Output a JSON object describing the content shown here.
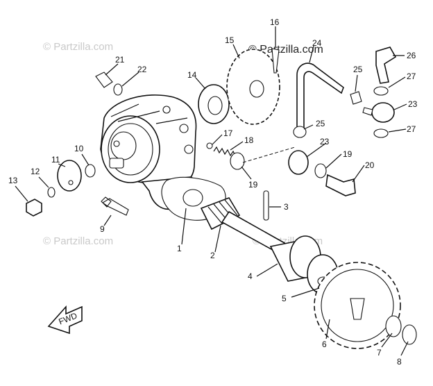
{
  "watermarks": {
    "top_left": "© Partzilla.com",
    "top_right": "© Partzilla.com",
    "middle_left": "© Partzilla.com",
    "middle_right": "© Partzilla.com"
  },
  "fwd_label": "FWD",
  "callouts": [
    {
      "id": "c1",
      "label": "1"
    },
    {
      "id": "c2",
      "label": "2"
    },
    {
      "id": "c3",
      "label": "3"
    },
    {
      "id": "c4",
      "label": "4"
    },
    {
      "id": "c5",
      "label": "5"
    },
    {
      "id": "c6",
      "label": "6"
    },
    {
      "id": "c7",
      "label": "7"
    },
    {
      "id": "c8",
      "label": "8"
    },
    {
      "id": "c9",
      "label": "9"
    },
    {
      "id": "c10",
      "label": "10"
    },
    {
      "id": "c11",
      "label": "11"
    },
    {
      "id": "c12",
      "label": "12"
    },
    {
      "id": "c13",
      "label": "13"
    },
    {
      "id": "c14",
      "label": "14"
    },
    {
      "id": "c15",
      "label": "15"
    },
    {
      "id": "c16",
      "label": "16"
    },
    {
      "id": "c17",
      "label": "17"
    },
    {
      "id": "c18",
      "label": "18"
    },
    {
      "id": "c19a",
      "label": "19"
    },
    {
      "id": "c19b",
      "label": "19"
    },
    {
      "id": "c20",
      "label": "20"
    },
    {
      "id": "c21",
      "label": "21"
    },
    {
      "id": "c22",
      "label": "22"
    },
    {
      "id": "c23a",
      "label": "23"
    },
    {
      "id": "c23b",
      "label": "23"
    },
    {
      "id": "c24",
      "label": "24"
    },
    {
      "id": "c25a",
      "label": "25"
    },
    {
      "id": "c25b",
      "label": "25"
    },
    {
      "id": "c26",
      "label": "26"
    },
    {
      "id": "c27a",
      "label": "27"
    },
    {
      "id": "c27b",
      "label": "27"
    }
  ]
}
